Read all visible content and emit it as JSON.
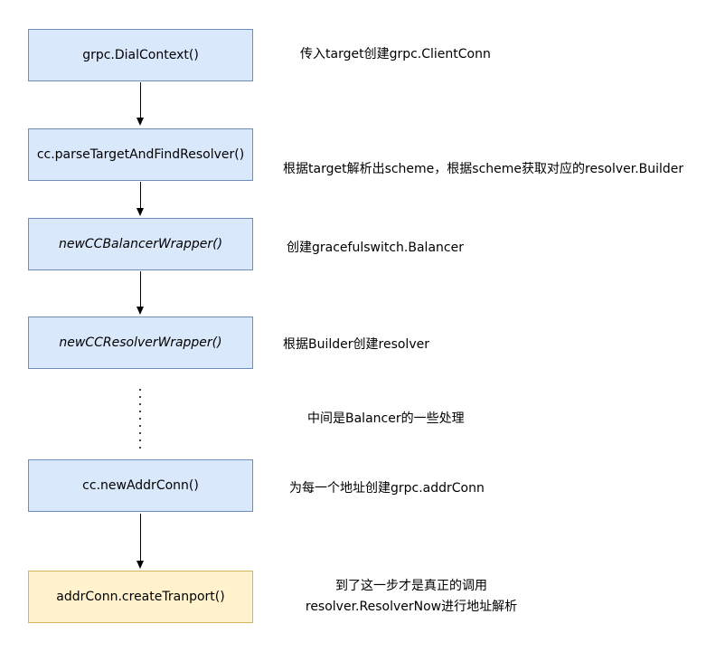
{
  "flowchart": {
    "nodes": [
      {
        "label": "grpc.DialContext()",
        "annotation": "传入target创建grpc.ClientConn"
      },
      {
        "label": "cc.parseTargetAndFindResolver()",
        "annotation": "根据target解析出scheme，根据scheme获取对应的resolver.Builder"
      },
      {
        "label": "newCCBalancerWrapper()",
        "annotation": "创建gracefulswitch.Balancer"
      },
      {
        "label": "newCCResolverWrapper()",
        "annotation": "根据Builder创建resolver"
      },
      {
        "label": "cc.newAddrConn()",
        "annotation": "为每一个地址创建grpc.addrConn"
      },
      {
        "label": "addrConn.createTranport()",
        "annotation_lines": [
          "到了这一步才是真正的调用",
          "resolver.ResolverNow进行地址解析"
        ]
      }
    ],
    "ellipsis_annotation": "中间是Balancer的一些处理",
    "colors": {
      "background": "#ffffff",
      "node_fill": "#dae8fc",
      "node_border": "#6c8ebf",
      "final_node_fill": "#fff2cc",
      "final_node_border": "#d6b656",
      "arrow": "#000000",
      "text": "#000000"
    }
  }
}
